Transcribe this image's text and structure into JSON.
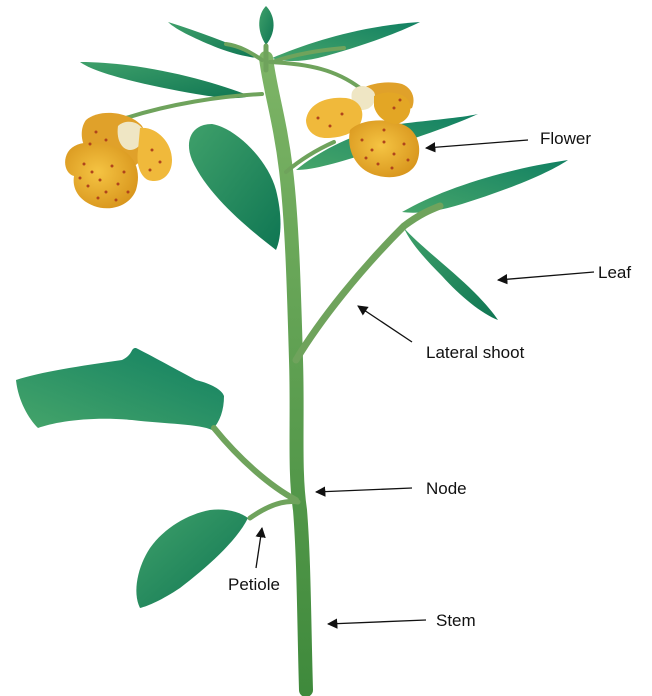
{
  "labels": {
    "flower": "Flower",
    "leaf": "Leaf",
    "lateral_shoot": "Lateral shoot",
    "node": "Node",
    "petiole": "Petiole",
    "stem": "Stem"
  },
  "colors": {
    "stem": "#6fa35c",
    "leaf_dark": "#127a57",
    "leaf_light": "#3fa06a",
    "petal": "#e7a92a",
    "petal_dark": "#c98a14",
    "spots": "#b0441c",
    "petal_cream": "#efe6c4",
    "arrow": "#111111"
  }
}
